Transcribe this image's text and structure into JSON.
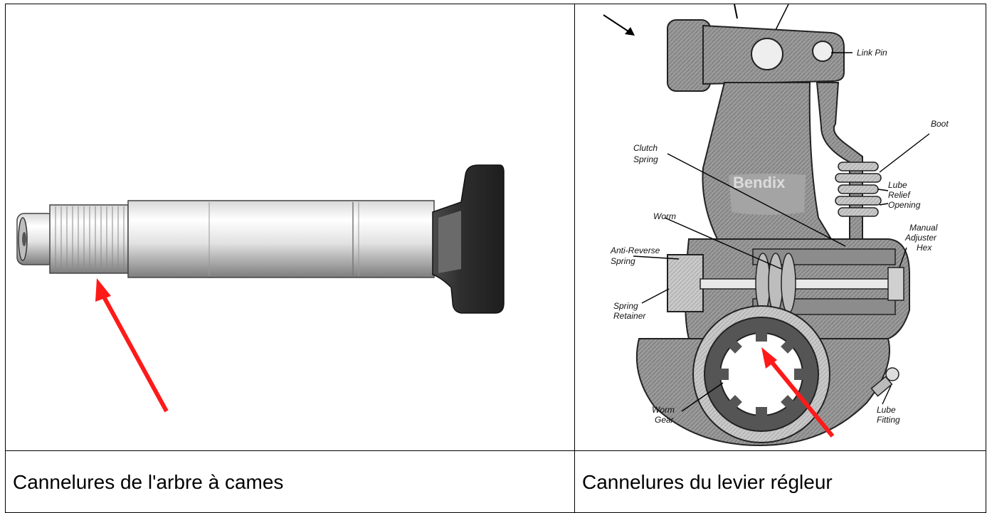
{
  "doc": {
    "heading_fragment": "",
    "cells": [
      {
        "caption": "Cannelures de l'arbre à cames"
      },
      {
        "caption": "Cannelures du levier régleur"
      }
    ]
  },
  "diagram": {
    "brand_text": "Bendix",
    "labels": {
      "link_pin": "Link Pin",
      "boot": "Boot",
      "clutch_spring_1": "Clutch",
      "clutch_spring_2": "Spring",
      "lube_relief_1": "Lube",
      "lube_relief_2": "Relief",
      "lube_relief_3": "Opening",
      "worm": "Worm",
      "manual_adjuster_1": "Manual",
      "manual_adjuster_2": "Adjuster",
      "manual_adjuster_3": "Hex",
      "anti_reverse_1": "Anti-Reverse",
      "anti_reverse_2": "Spring",
      "spring_retainer_1": "Spring",
      "spring_retainer_2": "Retainer",
      "worm_gear_1": "Worm",
      "worm_gear_2": "Gear",
      "lube_fitting_1": "Lube",
      "lube_fitting_2": "Fitting"
    }
  },
  "colors": {
    "arrow": "#ff1a1a",
    "border": "#000000"
  }
}
